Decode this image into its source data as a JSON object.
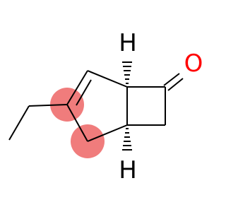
{
  "diagram": {
    "type": "skeletal-structure",
    "atom_labels": {
      "hydrogen_top": "H",
      "hydrogen_bottom": "H",
      "oxygen": "O"
    },
    "highlighted_atoms": 2,
    "colors": {
      "bond": "#000000",
      "hydrogen_label": "#000000",
      "oxygen_label": "#ff0000",
      "highlight": "#f07c7c",
      "background": "#ffffff"
    }
  }
}
